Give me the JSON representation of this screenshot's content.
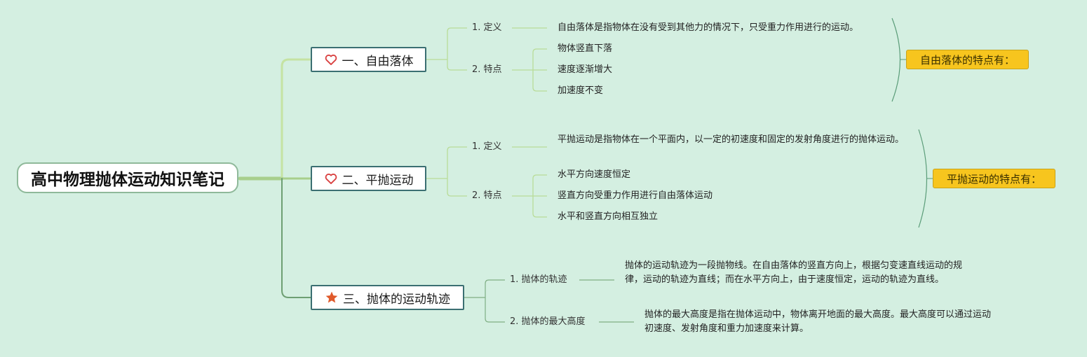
{
  "root": {
    "title": "高中物理抛体运动知识笔记"
  },
  "branches": [
    {
      "title": "一、自由落体",
      "icon": "heart-outline-icon",
      "definition": {
        "label": "1. 定义",
        "text": "自由落体是指物体在没有受到其他力的情况下，只受重力作用进行的运动。"
      },
      "features": {
        "label": "2. 特点",
        "items": [
          "物体竖直下落",
          "速度逐渐增大",
          "加速度不变"
        ]
      },
      "summary": "自由落体的特点有："
    },
    {
      "title": "二、平抛运动",
      "icon": "heart-outline-icon",
      "definition": {
        "label": "1. 定义",
        "text": "平抛运动是指物体在一个平面内，以一定的初速度和固定的发射角度进行的抛体运动。"
      },
      "features": {
        "label": "2. 特点",
        "items": [
          "水平方向速度恒定",
          "竖直方向受重力作用进行自由落体运动",
          "水平和竖直方向相互独立"
        ]
      },
      "summary": "平抛运动的特点有："
    },
    {
      "title": "三、抛体的运动轨迹",
      "icon": "star-icon",
      "trajectory": {
        "label": "1. 抛体的轨迹",
        "text": "抛体的运动轨迹为一段抛物线。在自由落体的竖直方向上，根据匀变速直线运动的规律，运动的轨迹为直线；而在水平方向上，由于速度恒定，运动的轨迹为直线。"
      },
      "max_height": {
        "label": "2. 抛体的最大高度",
        "text": "抛体的最大高度是指在抛体运动中，物体离开地面的最大高度。最大高度可以通过运动初速度、发射角度和重力加速度来计算。"
      }
    }
  ],
  "colors": {
    "background": "#d4efe1",
    "branch_border": "#3b6f72",
    "callout": "#f7c51e",
    "heart": "#d94040",
    "star": "#e05a2b"
  }
}
